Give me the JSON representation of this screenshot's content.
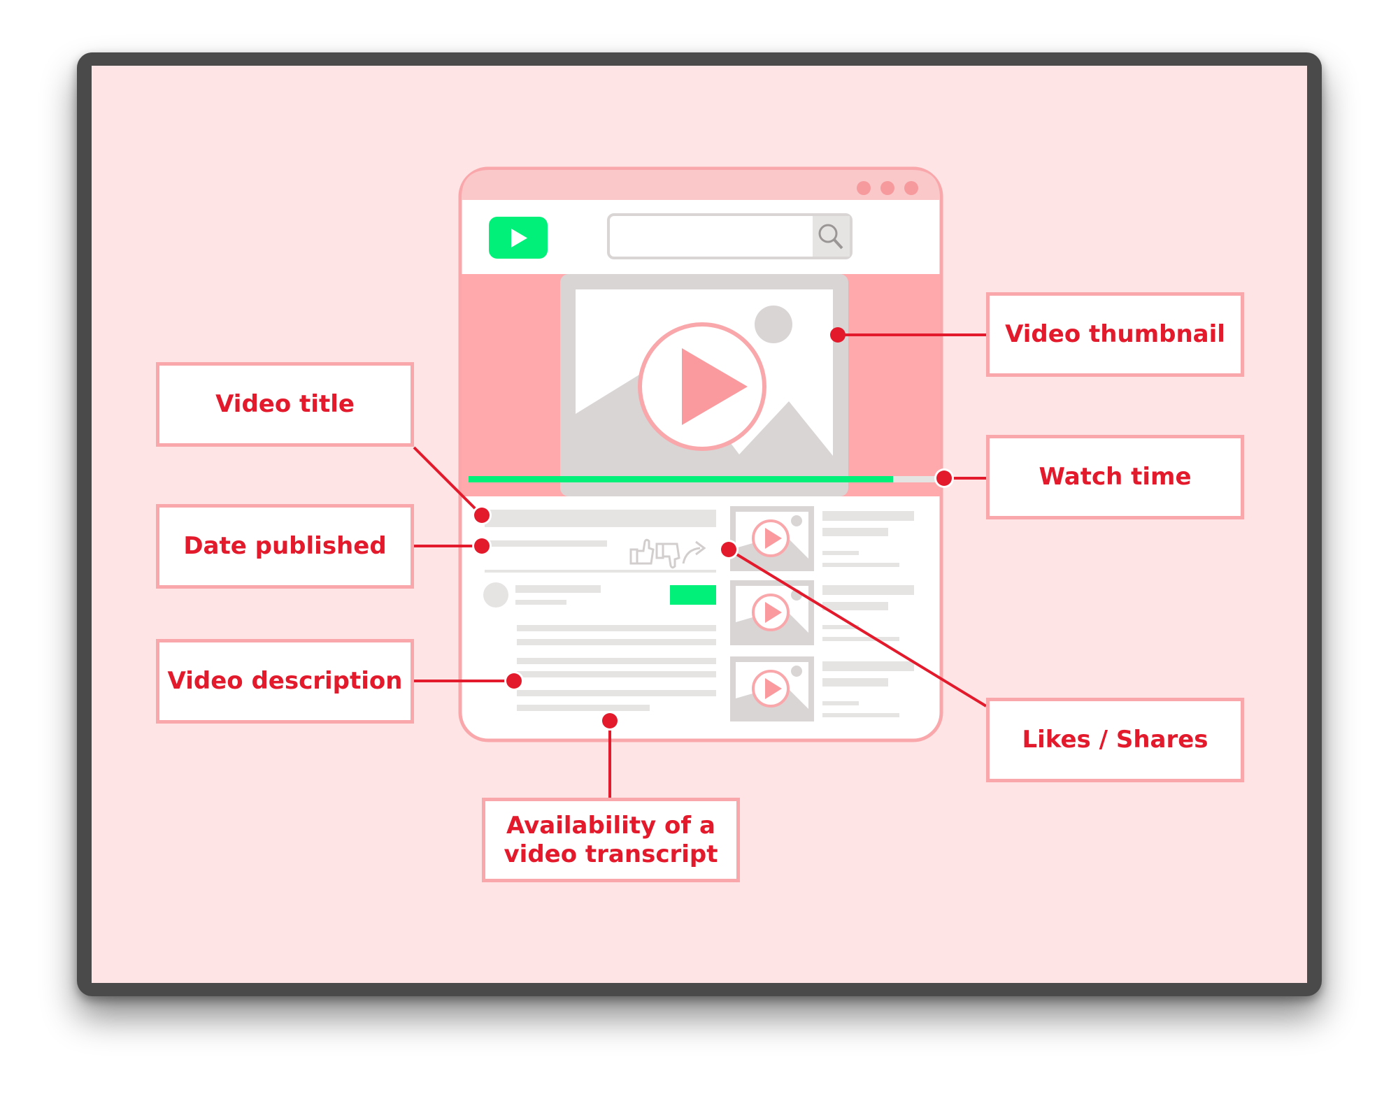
{
  "labels": {
    "video_title": "Video title",
    "date_published": "Date published",
    "video_description": "Video description",
    "video_thumbnail": "Video thumbnail",
    "watch_time": "Watch time",
    "likes_shares": "Likes / Shares",
    "transcript": "Availability of a\nvideo transcript"
  },
  "icons": {
    "logo": "play-logo-icon",
    "search": "search-icon",
    "thumbnail": "image-placeholder-icon",
    "play": "play-icon",
    "like": "thumbs-up-icon",
    "dislike": "thumbs-down-icon",
    "share": "share-icon",
    "window_controls": "window-dots-icon"
  },
  "colors": {
    "background": "#ffe4e5",
    "accent_red": "#e21a2c",
    "border_pink": "#f9a7aa",
    "progress_green": "#00f07a",
    "placeholder_gray": "#d9d5d5"
  }
}
